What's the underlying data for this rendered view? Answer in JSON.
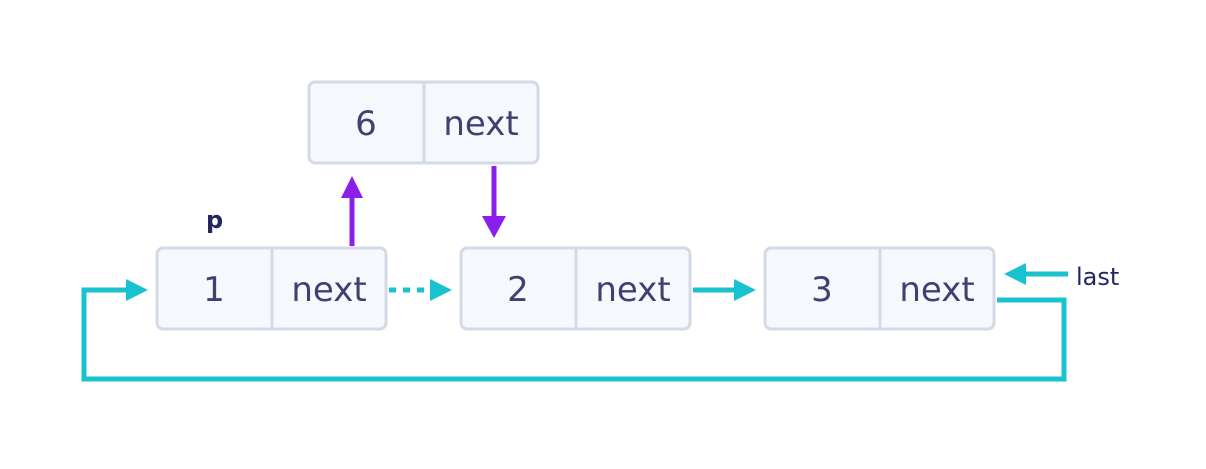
{
  "colors": {
    "teal": "#18c2cf",
    "purple": "#8a1fec",
    "node_fill": "#f7f8fd",
    "node_border": "#d3dae5",
    "text": "#3f4270"
  },
  "labels": {
    "pointer_p": "p",
    "pointer_last": "last"
  },
  "nodes": {
    "new": {
      "value": "6",
      "next": "next"
    },
    "n1": {
      "value": "1",
      "next": "next"
    },
    "n2": {
      "value": "2",
      "next": "next"
    },
    "n3": {
      "value": "3",
      "next": "next"
    }
  }
}
